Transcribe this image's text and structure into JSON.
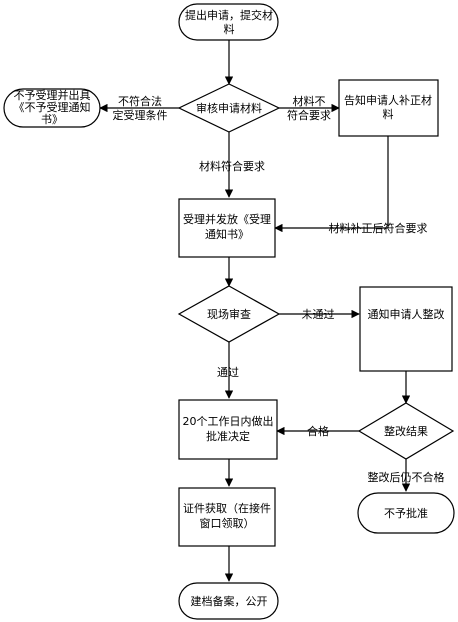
{
  "nodes": {
    "start": {
      "lines": [
        "提出申请，提交材",
        "料"
      ]
    },
    "review": {
      "lines": [
        "审核申请材料"
      ]
    },
    "notify_supplement": {
      "lines": [
        "告知申请人补正材",
        "料"
      ]
    },
    "reject_accept": {
      "lines": [
        "不予受理并出具",
        "《不予受理通知",
        "书》"
      ]
    },
    "accept": {
      "lines": [
        "受理并发放《受理",
        "通知书》"
      ]
    },
    "onsite": {
      "lines": [
        "现场审查"
      ]
    },
    "notify_rectify": {
      "lines": [
        "通知申请人整改"
      ]
    },
    "decision": {
      "lines": [
        "20个工作日内做出",
        "批准决定"
      ]
    },
    "rectify_result": {
      "lines": [
        "整改结果"
      ]
    },
    "license": {
      "lines": [
        "证件获取（在接件",
        "窗口领取）"
      ]
    },
    "deny": {
      "lines": [
        "不予批准"
      ]
    },
    "archive": {
      "lines": [
        "建档备案，公开"
      ]
    }
  },
  "edges": {
    "not_legal": {
      "lines": [
        "不符合法",
        "定受理条件"
      ]
    },
    "material_not_ok": {
      "lines": [
        "材料不",
        "符合要求"
      ]
    },
    "material_ok": {
      "lines": [
        "材料符合要求"
      ]
    },
    "supplement_ok": {
      "lines": [
        "材料补正后符合要求"
      ]
    },
    "not_passed": {
      "lines": [
        "未通过"
      ]
    },
    "passed": {
      "lines": [
        "通过"
      ]
    },
    "qualified": {
      "lines": [
        "合格"
      ]
    },
    "still_unqualified": {
      "lines": [
        "整改后仍不合格"
      ]
    }
  }
}
